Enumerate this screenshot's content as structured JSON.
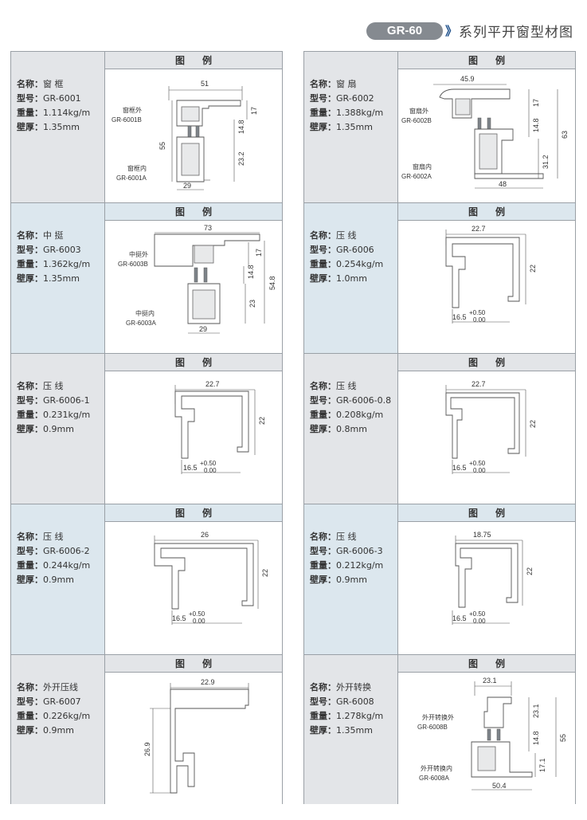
{
  "header": {
    "badge": "GR-60",
    "chevron": "》",
    "title": "系列平开窗型材图"
  },
  "labels": {
    "name": "名称：",
    "model": "型号：",
    "weight": "重量：",
    "thickness": "壁厚：",
    "figure": "图例"
  },
  "left": [
    {
      "name": "窗 框",
      "model": "GR-6001",
      "weight": "1.114kg/m",
      "thickness": "1.35mm",
      "parts": [
        "窗框外",
        "GR-6001B",
        "窗框内",
        "GR-6001A"
      ],
      "dims": [
        "51",
        "17",
        "55",
        "14.8",
        "23.2",
        "29"
      ]
    },
    {
      "name": "中 挺",
      "model": "GR-6003",
      "weight": "1.362kg/m",
      "thickness": "1.35mm",
      "parts": [
        "中挺外",
        "GR-6003B",
        "中挺内",
        "GR-6003A"
      ],
      "dims": [
        "73",
        "17",
        "14.8",
        "54.8",
        "23",
        "29"
      ]
    },
    {
      "name": "压 线",
      "model": "GR-6006-1",
      "weight": "0.231kg/m",
      "thickness": "0.9mm",
      "dims": [
        "22.7",
        "22",
        "16.5",
        "+0.50",
        "0.00"
      ]
    },
    {
      "name": "压 线",
      "model": "GR-6006-2",
      "weight": "0.244kg/m",
      "thickness": "0.9mm",
      "dims": [
        "26",
        "22",
        "16.5",
        "+0.50",
        "0.00"
      ]
    },
    {
      "name": "外开压线",
      "model": "GR-6007",
      "weight": "0.226kg/m",
      "thickness": "0.9mm",
      "dims": [
        "22.9",
        "26.9"
      ]
    }
  ],
  "right": [
    {
      "name": "窗 扇",
      "model": "GR-6002",
      "weight": "1.388kg/m",
      "thickness": "1.35mm",
      "parts": [
        "窗扇外",
        "GR-6002B",
        "窗扇内",
        "GR-6002A"
      ],
      "dims": [
        "45.9",
        "17",
        "14.8",
        "63",
        "31.2",
        "48"
      ]
    },
    {
      "name": "压 线",
      "model": "GR-6006",
      "weight": "0.254kg/m",
      "thickness": "1.0mm",
      "dims": [
        "22.7",
        "22",
        "16.5",
        "+0.50",
        "0.00"
      ]
    },
    {
      "name": "压 线",
      "model": "GR-6006-0.8",
      "weight": "0.208kg/m",
      "thickness": "0.8mm",
      "dims": [
        "22.7",
        "22",
        "16.5",
        "+0.50",
        "0.00"
      ]
    },
    {
      "name": "压 线",
      "model": "GR-6006-3",
      "weight": "0.212kg/m",
      "thickness": "0.9mm",
      "dims": [
        "18.75",
        "22",
        "16.5",
        "+0.50",
        "0.00"
      ]
    },
    {
      "name": "外开转换",
      "model": "GR-6008",
      "weight": "1.278kg/m",
      "thickness": "1.35mm",
      "parts": [
        "外开转换外",
        "GR-6008B",
        "外开转换内",
        "GR-6008A"
      ],
      "dims": [
        "23.1",
        "23.1",
        "14.8",
        "55",
        "17.1",
        "50.4"
      ]
    }
  ]
}
